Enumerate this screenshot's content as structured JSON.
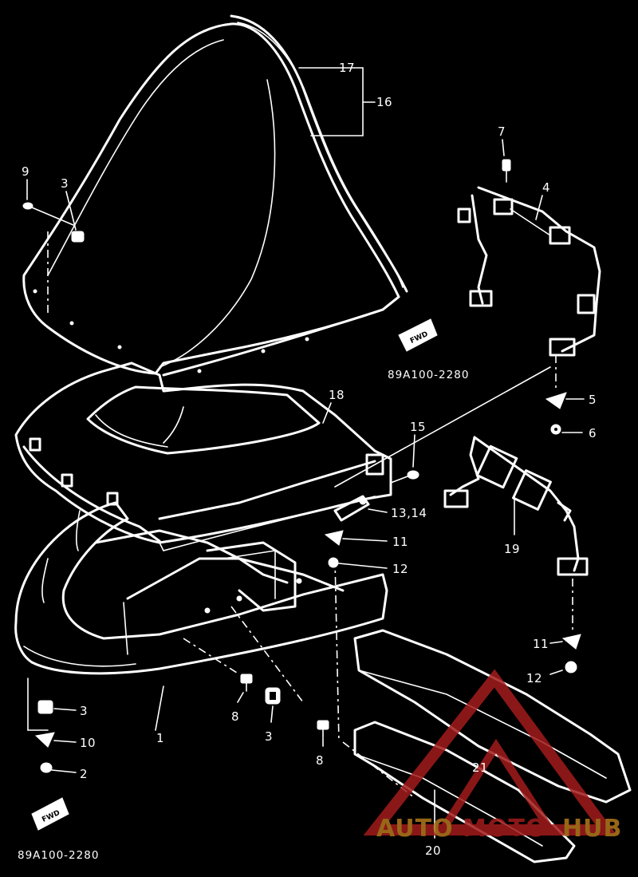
{
  "diagram": {
    "drawing_code_top": "89A100-2280",
    "drawing_code_bottom": "89A100-2280",
    "fwd_text": "FWD",
    "callouts": {
      "c17": "17",
      "c16": "16",
      "c7": "7",
      "c4": "4",
      "c9": "9",
      "c3a": "3",
      "c18": "18",
      "c5": "5",
      "c6": "6",
      "c15": "15",
      "c1314": "13,14",
      "c11a": "11",
      "c12a": "12",
      "c19": "19",
      "c11b": "11",
      "c12b": "12",
      "c8a": "8",
      "c3b": "3",
      "c3c": "3",
      "c10": "10",
      "c2": "2",
      "c1": "1",
      "c8b": "8",
      "c20": "20",
      "c21": "21"
    }
  },
  "watermark": {
    "part1": "AUTO",
    "part2": "MOTO",
    "part3": "HUB",
    "colors": {
      "auto": "#b3781d",
      "moto": "#a31c1c",
      "hub": "#b3781d",
      "triangle": "#a31c1c"
    }
  }
}
